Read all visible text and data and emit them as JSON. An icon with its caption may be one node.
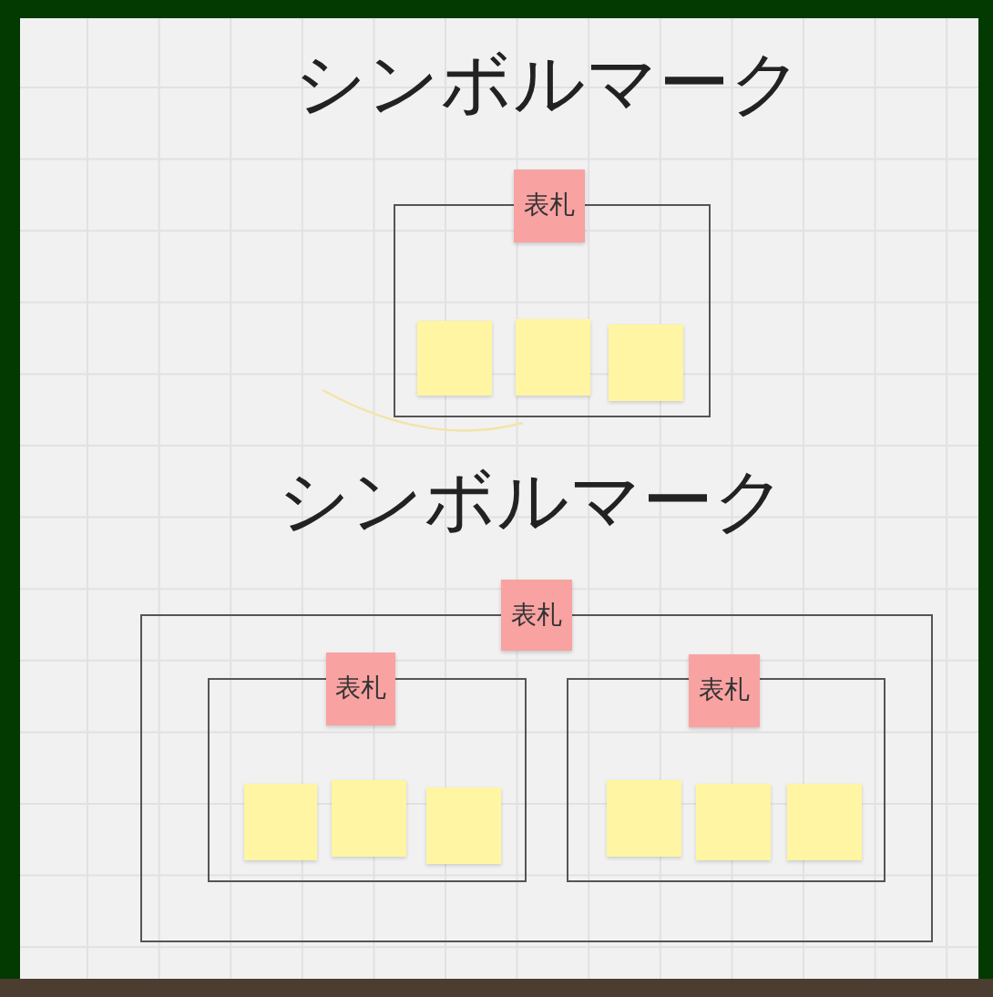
{
  "diagram": {
    "nodes": [
      {
        "text": [],
        "shape": "box"
      },
      {
        "text": [
          "表札"
        ]
      },
      {
        "text": [],
        "shape": "box",
        "in": 0
      },
      {
        "text": [],
        "shape": "box",
        "in": 0
      },
      {
        "text": [],
        "shape": "box",
        "in": 0
      },
      {
        "text": [],
        "shape": "box"
      },
      {
        "text": [
          "表札"
        ]
      },
      {
        "text": [],
        "shape": "box",
        "in": 5
      },
      {
        "text": [
          "表札"
        ],
        "in": 5
      },
      {
        "text": [],
        "shape": "box",
        "in": 7
      },
      {
        "text": [],
        "shape": "box",
        "in": 7
      },
      {
        "text": [],
        "shape": "box",
        "in": 7
      },
      {
        "text": [],
        "shape": "box",
        "in": 5
      },
      {
        "text": [
          "表札"
        ],
        "in": 5
      },
      {
        "text": [],
        "shape": "box",
        "in": 12
      },
      {
        "text": [],
        "shape": "box",
        "in": 12
      },
      {
        "text": [],
        "shape": "box",
        "in": 12
      }
    ],
    "labels": [
      "シンボルマーク",
      "シンボルマーク"
    ]
  }
}
